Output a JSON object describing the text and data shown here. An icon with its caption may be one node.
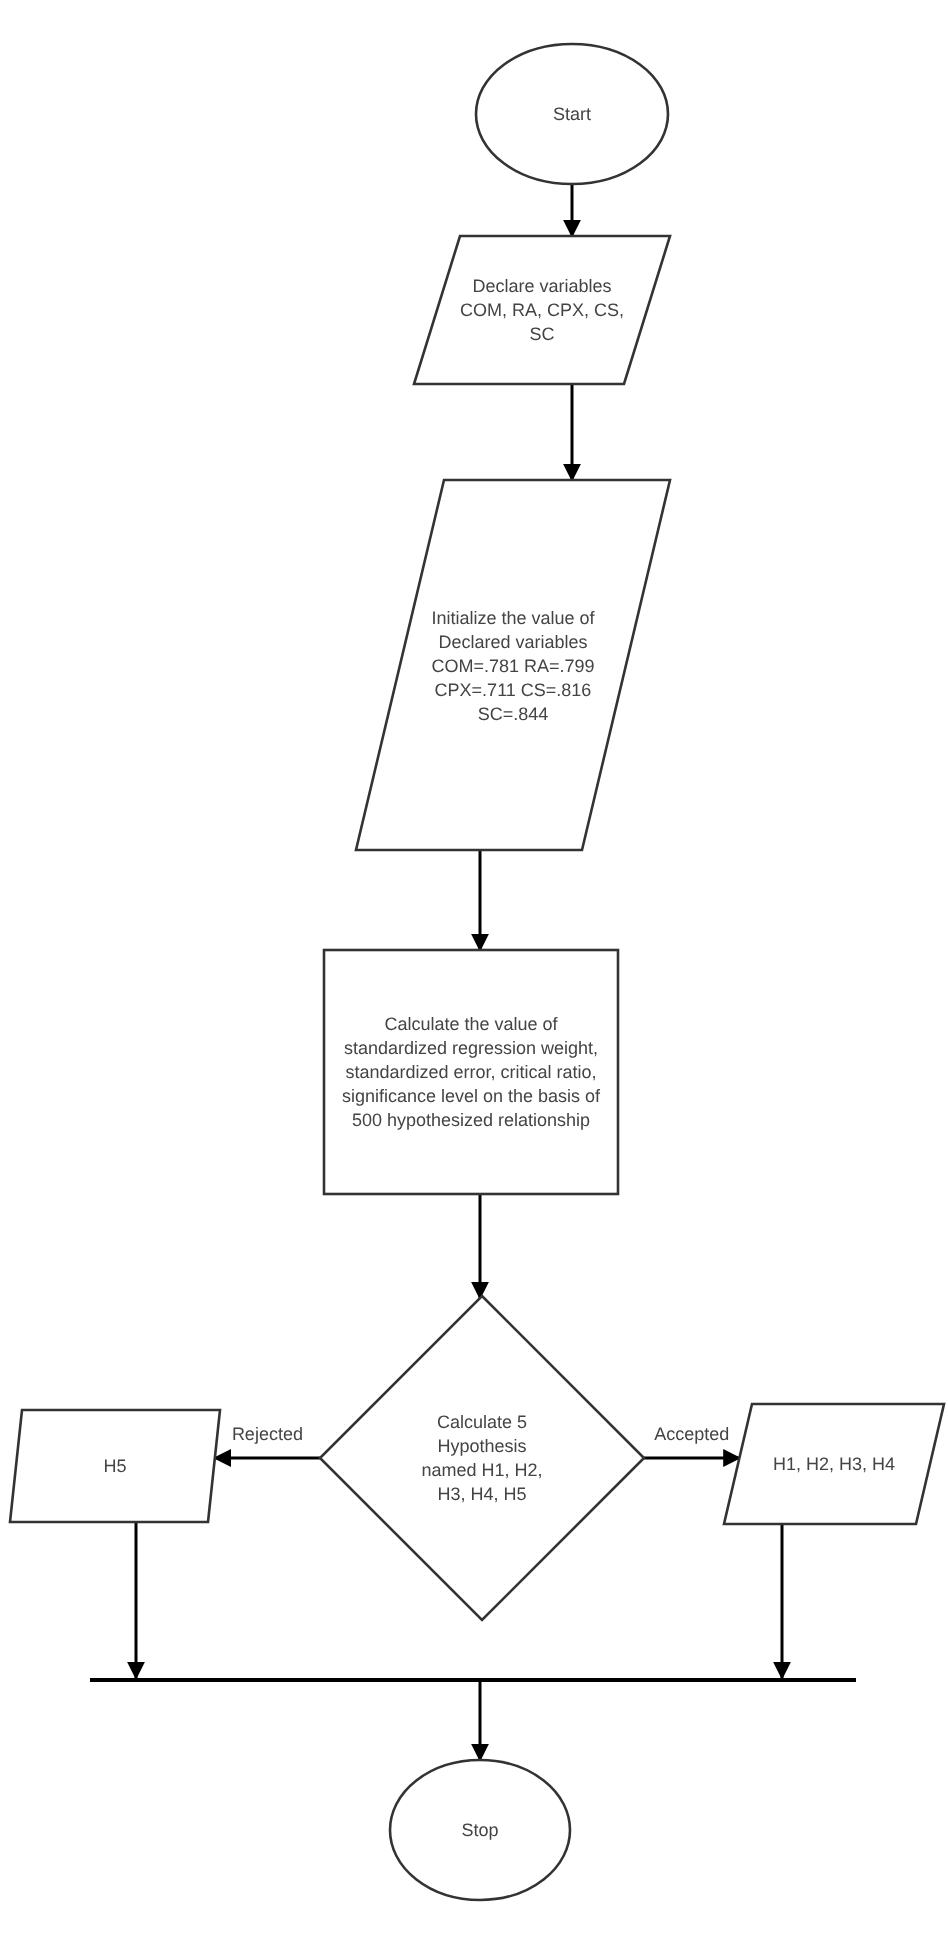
{
  "diagram": {
    "nodes": [
      {
        "text": [
          "Start"
        ]
      },
      {
        "text": [
          "Declare variables COM, RA, CPX, CS, SC"
        ]
      },
      {
        "text": [
          "Initialize the value of Declared variables COM=.781 RA=.799 CPX=.711 CS=.816 SC=.844"
        ]
      },
      {
        "text": [
          "Calculate the value of standardized regression weight, standardized error, critical ratio, significance level on the basis of 500 hypothesized relationship"
        ]
      },
      {
        "text": [
          "Calculate 5 Hypothesis named H1, H2, H3, H4, H5"
        ]
      },
      {
        "text": [
          "H5"
        ]
      },
      {
        "text": [
          "H1, H2, H3, H4"
        ]
      },
      {
        "text": [],
        "shape": "bar"
      },
      {
        "text": [
          "Stop"
        ]
      }
    ],
    "edges": [
      {
        "from": 0,
        "to": 1,
        "arrow": "to"
      },
      {
        "from": 1,
        "to": 2,
        "arrow": "to"
      },
      {
        "from": 2,
        "to": 3,
        "arrow": "to"
      },
      {
        "from": 3,
        "to": 4,
        "arrow": "to"
      },
      {
        "from": 4,
        "to": 5,
        "arrow": "to",
        "label": "Rejected"
      },
      {
        "from": 4,
        "to": 6,
        "arrow": "to",
        "label": "Accepted"
      },
      {
        "from": 5,
        "to": 7,
        "arrow": "to"
      },
      {
        "from": 6,
        "to": 7,
        "arrow": "to"
      },
      {
        "from": 7,
        "to": 8,
        "arrow": "to"
      }
    ]
  }
}
